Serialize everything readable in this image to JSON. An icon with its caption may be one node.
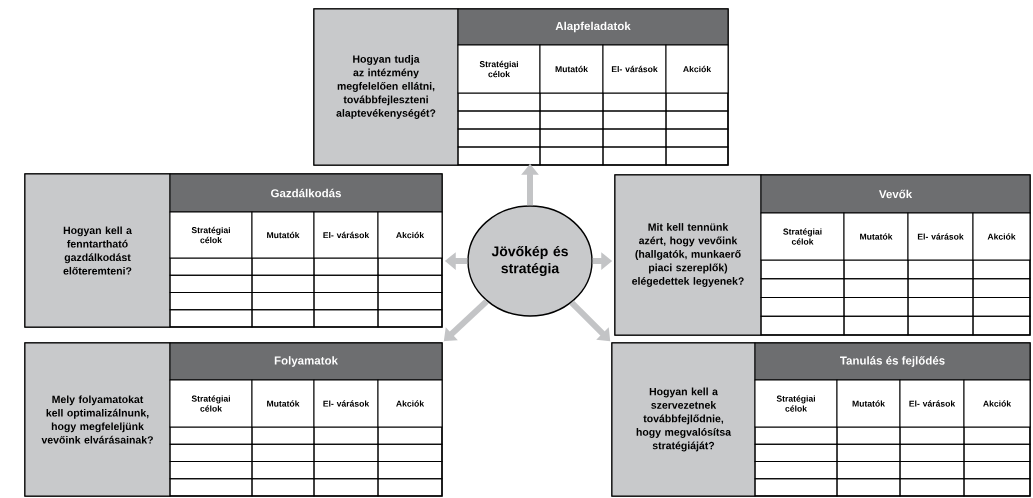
{
  "diagram": {
    "nodes": [
      {
        "text": [
          "Hogyan tudja az intézmény megfelelően ellátni, továbbfejleszteni alaptevékenységét?",
          "Alapfeladatok"
        ]
      },
      {
        "text": [
          "Hogyan kell a fenntartható gazdálkodást előteremteni?",
          "Gazdálkodás"
        ]
      },
      {
        "text": [
          "Jövőkép és stratégia"
        ]
      },
      {
        "text": [
          "Mit kell tennünk azért, hogy vevőink (hallgatók, munkaerő piaci szereplők) elégedettek legyenek?",
          "Vevők"
        ]
      },
      {
        "text": [
          "Mely folyamatokat kell optimalizálnunk, hogy megfeleljünk vevőink elvárásainak?",
          "Folyamatok"
        ]
      },
      {
        "text": [
          "Hogyan kell a szervezetnek továbbfejlődnie, hogy megvalósítsa stratégiáját?",
          "Tanulás és fejlődés"
        ]
      }
    ],
    "edges": [
      {
        "from": 2,
        "to": 0,
        "arrow": "to"
      },
      {
        "from": 2,
        "to": 1,
        "arrow": "to"
      },
      {
        "from": 2,
        "to": 3,
        "arrow": "to"
      },
      {
        "from": 2,
        "to": 4,
        "arrow": "to"
      },
      {
        "from": 2,
        "to": 5,
        "arrow": "to"
      }
    ],
    "labels": [
      "Stratégiai célok",
      "Mutatók",
      "El- várások",
      "Akciók",
      "Stratégiai célok",
      "Mutatók",
      "El- várások",
      "Akciók",
      "Stratégiai célok",
      "Mutatók",
      "El- várások",
      "Akciók",
      "Stratégiai célok",
      "Mutatók",
      "El- várások",
      "Akciók",
      "Stratégiai célok",
      "Mutatók",
      "El- várások",
      "Akciók"
    ]
  }
}
